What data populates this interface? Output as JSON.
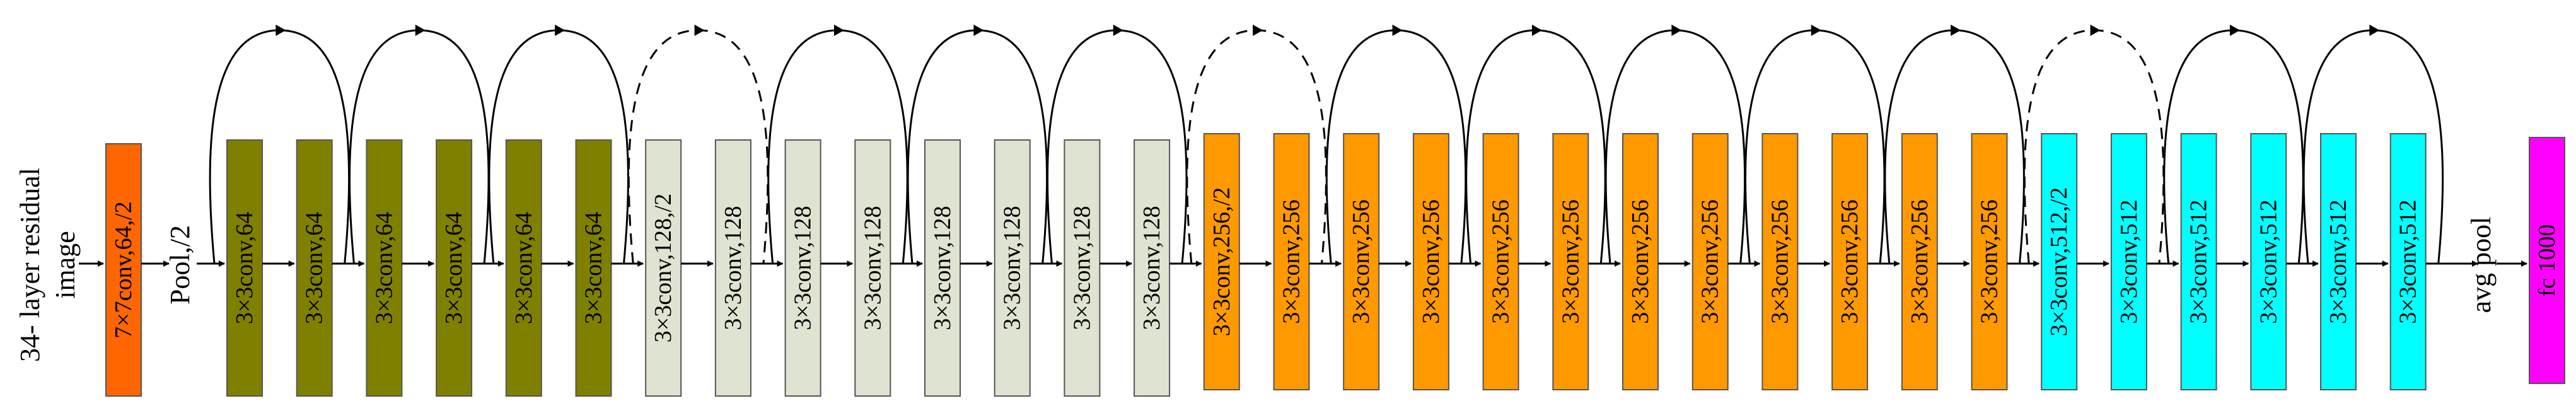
{
  "input_label": {
    "line1": "34- layer residual",
    "line2": "image"
  },
  "pool_label": "Pool,/2",
  "avg_pool_label": "avg  pool",
  "fc_label": "fc 1000",
  "first_conv": {
    "label": "7×7conv,64,/2",
    "color": "#ff6600"
  },
  "stages": [
    {
      "name": "conv64",
      "color": "#808000",
      "text_color": "#000000",
      "labels": [
        "3×3conv,64",
        "3×3conv,64",
        "3×3conv,64",
        "3×3conv,64",
        "3×3conv,64",
        "3×3conv,64"
      ]
    },
    {
      "name": "conv128",
      "color": "#dfe3d1",
      "text_color": "#000000",
      "labels": [
        "3×3conv,128,/2",
        "3×3conv,128",
        "3×3conv,128",
        "3×3conv,128",
        "3×3conv,128",
        "3×3conv,128",
        "3×3conv,128",
        "3×3conv,128"
      ]
    },
    {
      "name": "conv256",
      "color": "#ff9900",
      "text_color": "#000000",
      "labels": [
        "3×3conv,256,/2",
        "3×3conv,256",
        "3×3conv,256",
        "3×3conv,256",
        "3×3conv,256",
        "3×3conv,256",
        "3×3conv,256",
        "3×3conv,256",
        "3×3conv,256",
        "3×3conv,256",
        "3×3conv,256",
        "3×3conv,256"
      ]
    },
    {
      "name": "conv512",
      "color": "#00ffff",
      "text_color": "#000000",
      "labels": [
        "3×3conv,512,/2",
        "3×3conv,512",
        "3×3conv,512",
        "3×3conv,512",
        "3×3conv,512",
        "3×3conv,512"
      ]
    }
  ],
  "fc_color": "#ff00ff",
  "skip_connections": {
    "dashed_at_block_pairs": [
      3,
      7,
      13
    ]
  }
}
